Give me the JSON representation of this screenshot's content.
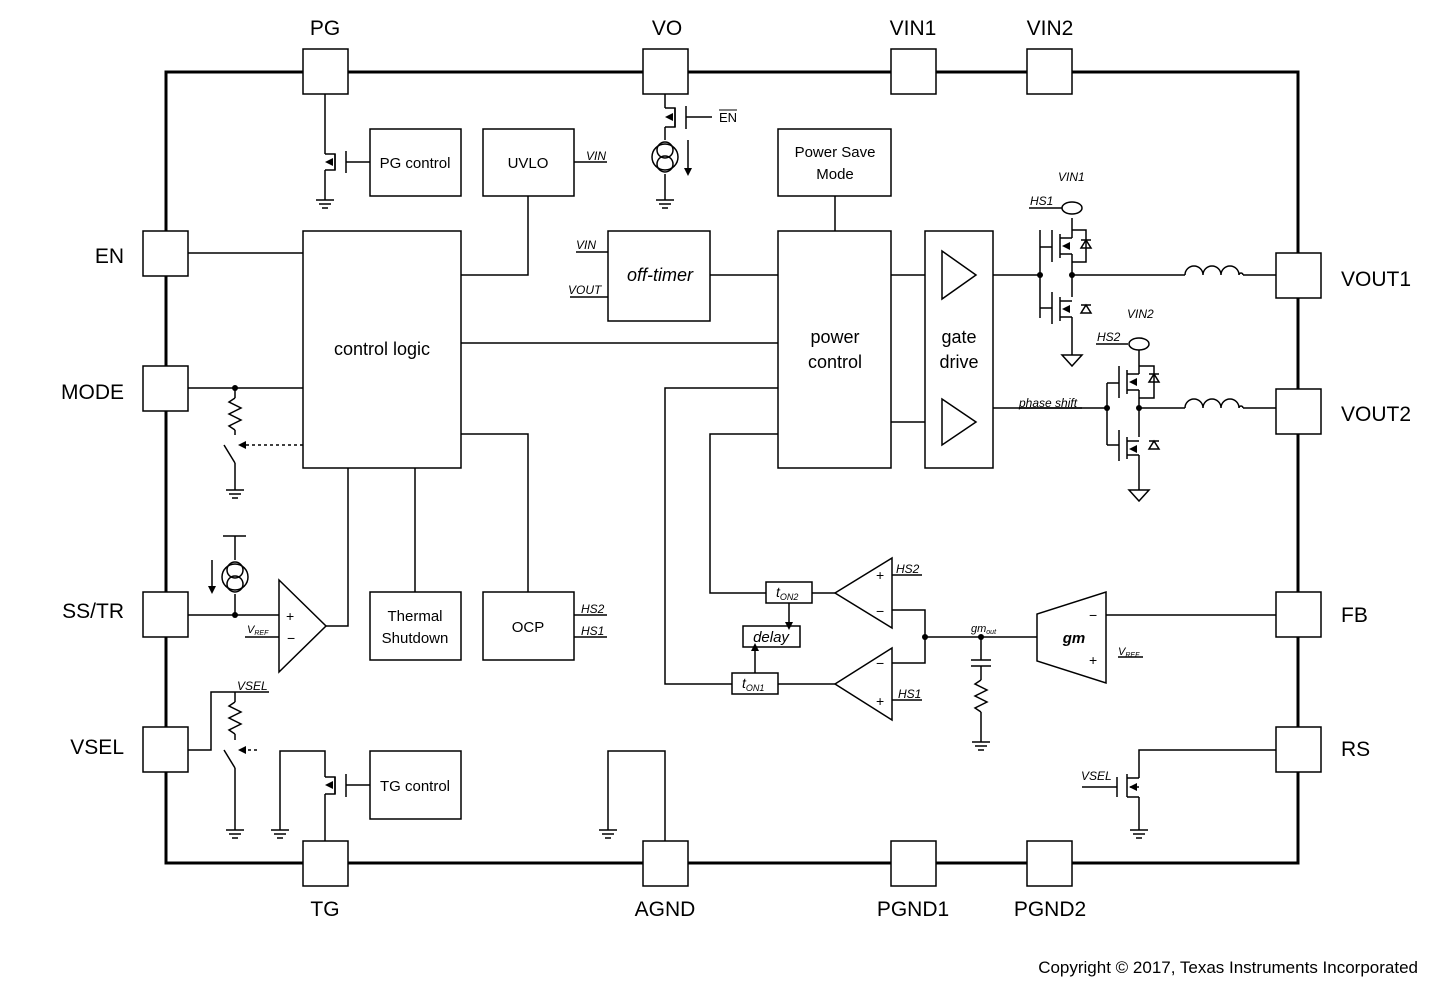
{
  "pins": {
    "pg": "PG",
    "vo": "VO",
    "vin1": "VIN1",
    "vin2": "VIN2",
    "en": "EN",
    "mode": "MODE",
    "sstr": "SS/TR",
    "vsel": "VSEL",
    "vout1": "VOUT1",
    "vout2": "VOUT2",
    "fb": "FB",
    "rs": "RS",
    "tg": "TG",
    "agnd": "AGND",
    "pgnd1": "PGND1",
    "pgnd2": "PGND2"
  },
  "blocks": {
    "pg_control": "PG control",
    "uvlo": "UVLO",
    "power_save_1": "Power Save",
    "power_save_2": "Mode",
    "off_timer": "off-timer",
    "control_logic": "control logic",
    "power_control_1": "power",
    "power_control_2": "control",
    "gate_drive_1": "gate",
    "gate_drive_2": "drive",
    "thermal_1": "Thermal",
    "thermal_2": "Shutdown",
    "ocp": "OCP",
    "tg_control": "TG control",
    "delay": "delay",
    "gm": "gm"
  },
  "signals": {
    "en_bar": "EN",
    "uvlo_vin": "VIN",
    "offtimer_vin": "VIN",
    "offtimer_vout": "VOUT",
    "vin1": "VIN1",
    "hs1": "HS1",
    "vin2": "VIN2",
    "hs2": "HS2",
    "phase_shift": "phase shift",
    "ocp_hs2": "HS2",
    "ocp_hs1": "HS1",
    "comp_hs2": "HS2",
    "comp_hs1": "HS1",
    "ton2_base": "t",
    "ton2_sub": "ON2",
    "ton1_base": "t",
    "ton1_sub": "ON1",
    "gmout_base": "gm",
    "gmout_sub": "out",
    "vref_base": "V",
    "vref_sub": "REF",
    "vref2_base": "V",
    "vref2_sub": "REF",
    "vsel_switch": "VSEL",
    "rs_vsel": "VSEL"
  },
  "copyright": "Copyright © 2017, Texas Instruments Incorporated"
}
